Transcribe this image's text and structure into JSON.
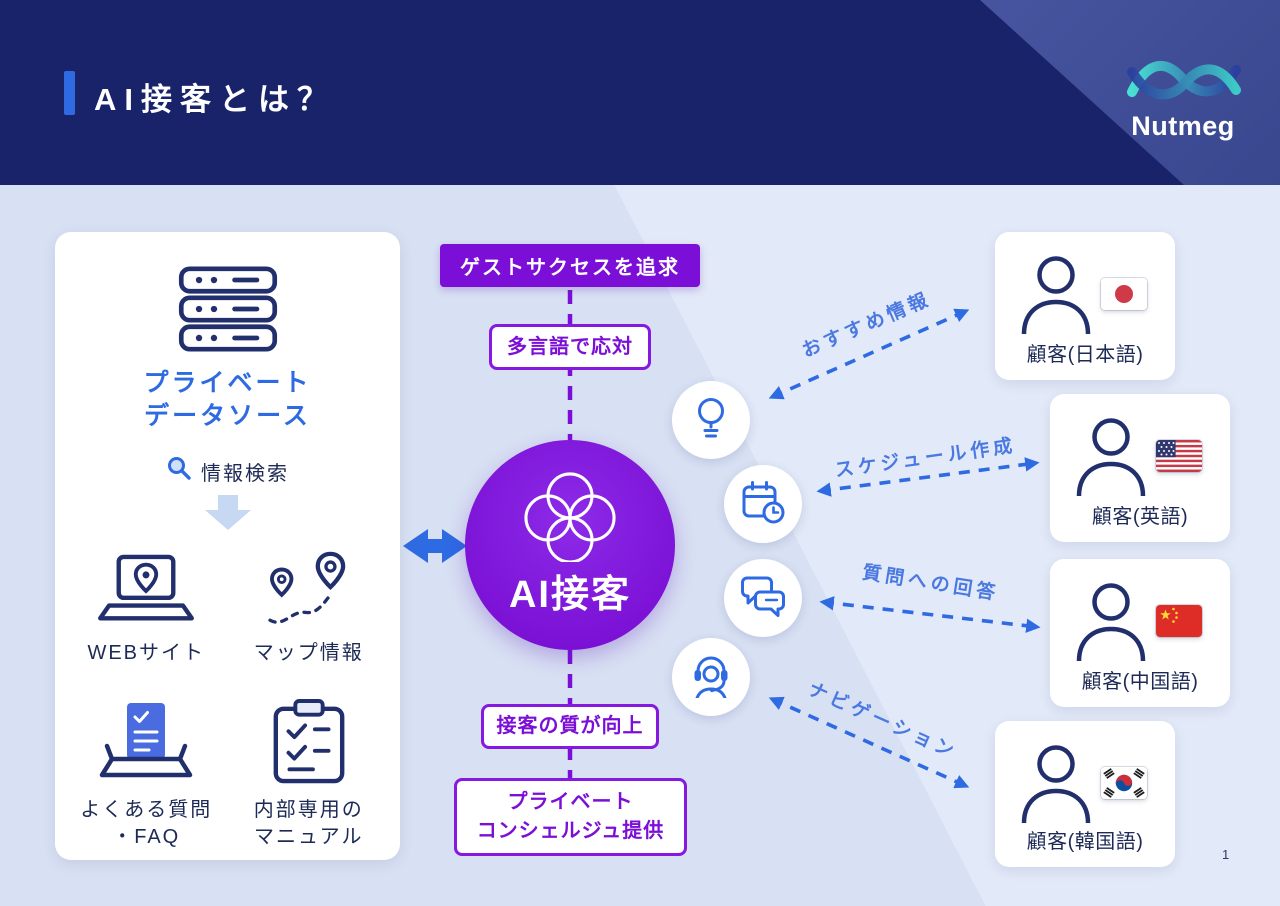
{
  "header": {
    "title": "AI接客とは？",
    "brand": "Nutmeg",
    "brand_icon": "nutmeg-wave-icon"
  },
  "left_card": {
    "icon": "database-server-icon",
    "title_line1": "プライベート",
    "title_line2": "データソース",
    "search_icon": "search-icon",
    "search_label": "情報検索",
    "website_icon": "laptop-location-icon",
    "website_label": "WEBサイト",
    "map_icon": "map-pins-route-icon",
    "map_label": "マップ情報",
    "faq_icon": "faq-printer-icon",
    "faq_label_line1": "よくある質問",
    "faq_label_line2": "・FAQ",
    "manual_icon": "clipboard-checklist-icon",
    "manual_label_line1": "内部専用の",
    "manual_label_line2": "マニュアル"
  },
  "center": {
    "goal_badge": "ゲストサクセスを追求",
    "multilingual_box": "多言語で応対",
    "core_icon": "flower-knot-icon",
    "core_label": "AI接客",
    "quality_box": "接客の質が向上",
    "concierge_line1": "プライベート",
    "concierge_line2": "コンシェルジュ提供"
  },
  "flows": [
    {
      "label": "おすすめ情報",
      "icon": "lightbulb-icon"
    },
    {
      "label": "スケジュール作成",
      "icon": "calendar-clock-icon"
    },
    {
      "label": "質問への回答",
      "icon": "chat-bubbles-icon"
    },
    {
      "label": "ナビゲーション",
      "icon": "headset-icon"
    }
  ],
  "customers": [
    {
      "label": "顧客(日本語)",
      "flag": "japan-flag-icon"
    },
    {
      "label": "顧客(英語)",
      "flag": "usa-flag-icon"
    },
    {
      "label": "顧客(中国語)",
      "flag": "china-flag-icon"
    },
    {
      "label": "顧客(韓国語)",
      "flag": "korea-flag-icon"
    }
  ],
  "page_number": "1",
  "colors": {
    "header_navy": "#19236a",
    "accent_blue": "#2e6be3",
    "purple": "#7c0fd7",
    "background": "#d8e0f3",
    "icon_navy": "#222f6d"
  }
}
